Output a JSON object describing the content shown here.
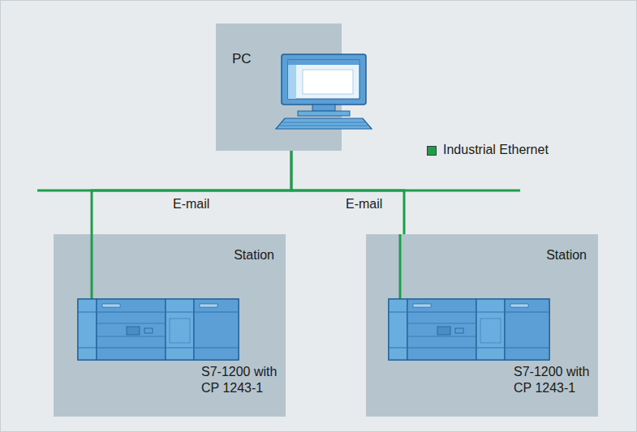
{
  "diagram": {
    "nodes": [
      {
        "text": [
          "PC"
        ]
      },
      {
        "text": [
          "Station",
          "S7-1200 with CP 1243-1"
        ]
      },
      {
        "text": [
          "Station",
          "S7-1200 with CP 1243-1"
        ]
      }
    ],
    "edges": [
      {
        "from": 0,
        "to": 1,
        "label": "E-mail",
        "arrow": "none"
      },
      {
        "from": 0,
        "to": 2,
        "label": "E-mail",
        "arrow": "none"
      }
    ],
    "legend": [
      {
        "text": "Industrial Ethernet",
        "color": "#1e9e4a"
      }
    ]
  }
}
